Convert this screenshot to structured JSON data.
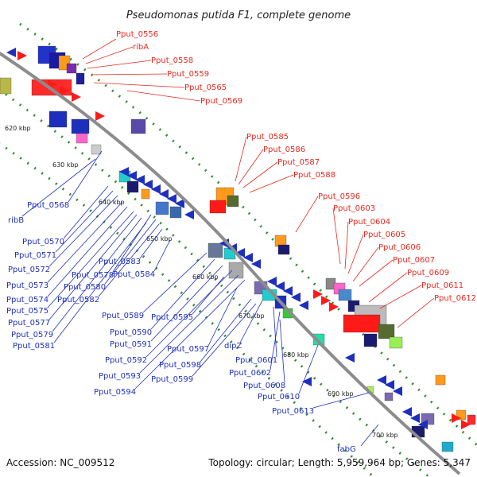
{
  "title": "Pseudomonas putida F1, complete genome",
  "footer": {
    "accession": "Accession: NC_009512",
    "topology": "Topology: circular; Length: 5,959,964 bp; Genes: 5,347"
  },
  "colors": {
    "plus_strand_label": "#e8281e",
    "minus_strand_label": "#1e2fbe",
    "backbone": "#8c8c8c",
    "ruler": "#2e8b2e"
  },
  "ticks": [
    "620 kbp",
    "630 kbp",
    "640 kbp",
    "650 kbp",
    "660 kbp",
    "670 kbp",
    "680 kbp",
    "690 kbp",
    "700 kbp"
  ],
  "plus_labels": [
    "Pput_0556",
    "ribA",
    "Pput_0558",
    "Pput_0559",
    "Pput_0565",
    "Pput_0569",
    "Pput_0585",
    "Pput_0586",
    "Pput_0587",
    "Pput_0588",
    "Pput_0596",
    "Pput_0603",
    "Pput_0604",
    "Pput_0605",
    "Pput_0606",
    "Pput_0607",
    "Pput_0609",
    "Pput_0611",
    "Pput_0612"
  ],
  "minus_labels": [
    "Pput_0568",
    "ribB",
    "Pput_0570",
    "Pput_0571",
    "Pput_0572",
    "Pput_0573",
    "Pput_0574",
    "Pput_0575",
    "Pput_0577",
    "Pput_0579",
    "Pput_0581",
    "Pput_0578",
    "Pput_0580",
    "Pput_0582",
    "Pput_0583",
    "Pput_0584",
    "Pput_0589",
    "Pput_0590",
    "Pput_0591",
    "Pput_0592",
    "Pput_0593",
    "Pput_0594",
    "Pput_0595",
    "Pput_0597",
    "Pput_0598",
    "Pput_0599",
    "dipZ",
    "Pput_0601",
    "Pput_0602",
    "Pput_0608",
    "Pput_0610",
    "Pput_0613",
    "fabG"
  ]
}
